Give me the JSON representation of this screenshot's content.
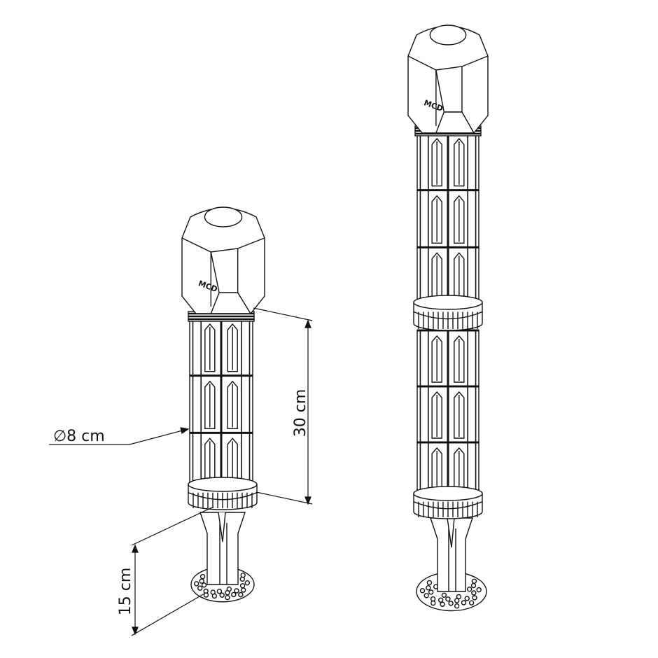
{
  "dimensions": {
    "diameter": "∅8 cm",
    "height_body": "30 cm",
    "height_spike": "15 cm"
  },
  "logo_text": "MCD",
  "colors": {
    "line": "#111111",
    "background": "#ffffff"
  }
}
